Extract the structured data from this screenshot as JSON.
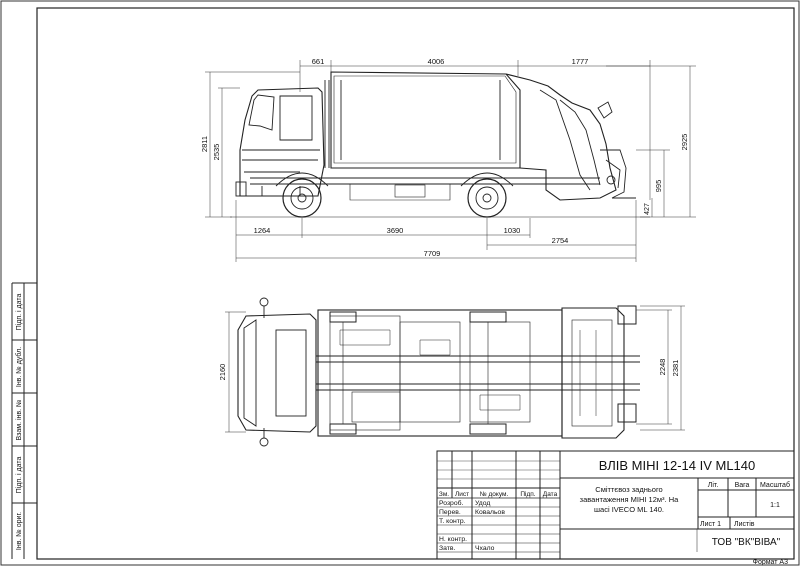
{
  "side_view": {
    "dims": {
      "cab_overhang": "661",
      "body_length": "4006",
      "rear_loader": "1777",
      "front_overhang": "1264",
      "wheelbase": "3690",
      "rear_axle_to_body": "1030",
      "rear_overhang": "2754",
      "overall_length": "7709",
      "total_height": "2811",
      "cab_height": "2535",
      "loader_height": "2925",
      "loading_sill": "995",
      "ground_clearance": "427"
    }
  },
  "plan_view": {
    "dims": {
      "cab_width": "2160",
      "body_width": "2248",
      "overall_width": "2381"
    }
  },
  "left_strip": {
    "labels": [
      "Підп. і дата",
      "Інв. № дубл.",
      "Взам. інв. №",
      "Підп. і дата",
      "Інв. № ориг."
    ]
  },
  "title_block": {
    "title": "ВЛІВ МІНІ 12-14 IV ML140",
    "description_lines": [
      "Сміттєвоз заднього",
      "завантаження МІНІ 12м³. На",
      "шасі IVECO ML 140."
    ],
    "headers": [
      "Зм.",
      "Лист",
      "№ докум.",
      "Підп.",
      "Дата"
    ],
    "rows": [
      {
        "role": "Розроб.",
        "name": "Удод"
      },
      {
        "role": "Перев.",
        "name": "Ковальов"
      },
      {
        "role": "Т. контр.",
        "name": ""
      },
      {
        "role": "",
        "name": ""
      },
      {
        "role": "Н. контр.",
        "name": ""
      },
      {
        "role": "Затв.",
        "name": "Чхало"
      }
    ],
    "lit_label": "Літ.",
    "mass_label": "Вага",
    "scale_label": "Масштаб",
    "scale_value": "1:1",
    "sheet_label": "Лист 1",
    "sheets_label": "Листів",
    "company": "ТОВ \"ВК\"ВІВА\"",
    "format": "Формат А3"
  }
}
